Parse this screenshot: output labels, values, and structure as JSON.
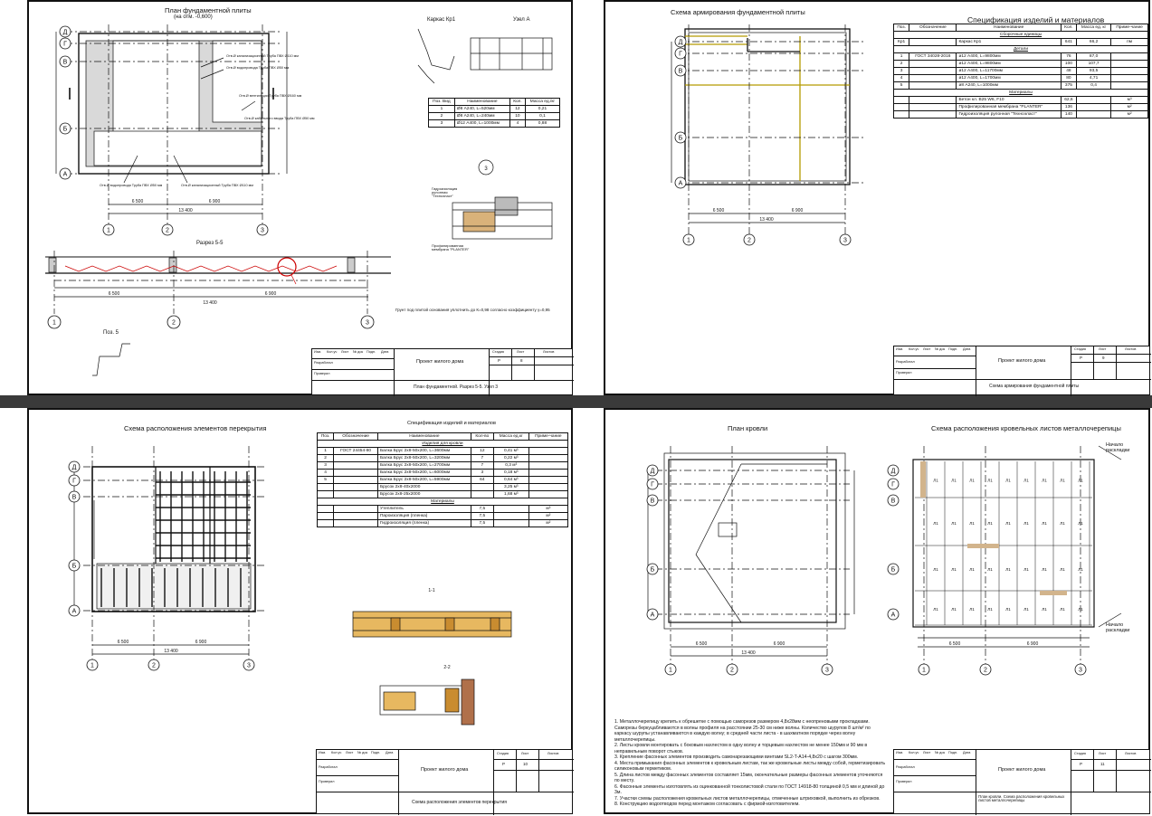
{
  "sheet_tl": {
    "title_plan": "План фундаментной плиты",
    "title_plan_sub": "(на отм. -0,600)",
    "title_section": "Разрез 5-5",
    "title_bracket1": "Каркас Кр1",
    "title_bracket2": "Узел А",
    "title_pos": "Поз. 5",
    "node_label": "3",
    "note": "Грунт под плитой основания уплотнить до К=0,98 согласно коэффициенту γ=0,95",
    "callouts": [
      "Отв.Ø канализационный Труба ПВХ Ø110 мм",
      "Отв.Ø водопровода Труба ПВХ Ø50 мм",
      "Отв.Ø вентиляции Труба ПВХ Ø160 мм",
      "Отв.Ø кабельного ввода Труба ПВХ Ø50 мм",
      "Отв.Ø канализационный Труба ПВХ Ø110 мм",
      "Отв.Ø водопровода Труба ПВХ Ø50 мм"
    ],
    "gidro_label": "Гидроизоляция рулонная \"Техноэласт\"",
    "prof_label": "Профилированная мембрана \"PLANTER\"",
    "table": {
      "headers": [
        "Поз. Вид",
        "Наименование",
        "Кол.",
        "Масса ед./кг"
      ],
      "rows": [
        [
          "1",
          "Ø8 А240, L=520мм",
          "12",
          "0,21"
        ],
        [
          "2",
          "Ø8 А240, L=240мм",
          "10",
          "0,1"
        ],
        [
          "3",
          "Ø12 А400, L=1000мм",
          "4",
          "0,88"
        ]
      ]
    },
    "stamp": {
      "project": "Проект жилого дома",
      "sheet_name": "План фундаментной. Разрез 5-5. Узел 3",
      "stage": "Р",
      "sheet": "8",
      "stage_h": "Стадия",
      "sheet_h": "Лист",
      "sheets_h": "Листов"
    }
  },
  "sheet_tr": {
    "title": "Схема армирования фундаментной плиты",
    "spec_title": "Спецификация изделий и материалов",
    "table_headers": [
      "Поз.",
      "Обозначение",
      "Наименование",
      "Кол.",
      "Масса ед. кг",
      "Приме-чание"
    ],
    "table_rows": [
      {
        "sec": "Сборочные единицы"
      },
      [
        "Кр1",
        "",
        "Каркас Кр1",
        "641",
        "66,2",
        "пм"
      ],
      {
        "sec": "Детали"
      },
      [
        "1",
        "ГОСТ 34028-2016",
        "ø12 А400, L=9800мм",
        "76",
        "87,0",
        ""
      ],
      [
        "2",
        "",
        "ø12 А400, L=9800мм",
        "100",
        "107,7",
        ""
      ],
      [
        "3",
        "",
        "ø12 А400, L=11700мм",
        "48",
        "93,5",
        ""
      ],
      [
        "4",
        "",
        "ø12 А400, L=1700мм",
        "80",
        "4,71",
        ""
      ],
      [
        "5",
        "",
        "ø8 А240, L=1000мм",
        "375",
        "0,4",
        ""
      ],
      {
        "sec": "Материалы"
      },
      [
        "",
        "",
        "Бетон кл. В25 W6, F10",
        "62,6",
        "",
        "м³"
      ],
      [
        "",
        "",
        "Профилированная мембрана \"PLANTER\"",
        "136",
        "",
        "м²"
      ],
      [
        "",
        "",
        "Гидроизоляция рулонная \"Техноэласт\"",
        "140",
        "",
        "м²"
      ]
    ],
    "stamp": {
      "project": "Проект жилого дома",
      "sheet_name": "Схема армирования фундаментной плиты",
      "stage": "Р",
      "sheet": "9",
      "stage_h": "Стадия",
      "sheet_h": "Лист",
      "sheets_h": "Листов"
    }
  },
  "sheet_bl": {
    "title": "Схема расположения элементов перекрытия",
    "spec_title": "Спецификация изделий и материалов",
    "table_headers": [
      "Поз.",
      "Обозначение",
      "Наименование",
      "Кол-во",
      "Масса ед.кг",
      "Приме-чание"
    ],
    "table_rows": [
      {
        "sec": "Изделия для кровли"
      },
      [
        "1",
        "ГОСТ 24454-80",
        "Балка Брус 2х8-50х200, L=3600мм",
        "12",
        "0,41 м³",
        ""
      ],
      [
        "2",
        "",
        "Балка Брус 2х8-50х200, L=3200мм",
        "7",
        "0,22 м³",
        ""
      ],
      [
        "3",
        "",
        "Балка Брус 2х8-50х200, L=2700мм",
        "7",
        "0,3 м³",
        ""
      ],
      [
        "4",
        "",
        "Балка Брус 2х8-50х200, L=6000мм",
        "3",
        "0,18 м³",
        ""
      ],
      [
        "5",
        "",
        "Балка Брус 2х8-50х200, L=5900мм",
        "64",
        "0,64 м³",
        ""
      ],
      [
        "",
        "",
        "Брусок 2х8-40х2000",
        "",
        "3,25 м³",
        ""
      ],
      [
        "",
        "",
        "Брусок 2х8-25х2000",
        "",
        "1,68 м³",
        ""
      ],
      {
        "sec": "Материалы"
      },
      [
        "",
        "",
        "Утеплитель",
        "7,5",
        "",
        "м³"
      ],
      [
        "",
        "",
        "Пароизоляция (пленка)",
        "7,5",
        "",
        "м²"
      ],
      [
        "",
        "",
        "Гидроизоляция (пленка)",
        "7,5",
        "",
        "м²"
      ]
    ],
    "section_label": "1-1",
    "node_label": "2-2",
    "stamp": {
      "project": "Проект жилого дома",
      "sheet_name": "Схема расположения элементов перекрытия",
      "stage": "Р",
      "sheet": "10",
      "stage_h": "Стадия",
      "sheet_h": "Лист",
      "sheets_h": "Листов"
    }
  },
  "sheet_br": {
    "title_roof": "План кровли",
    "title_sheets": "Схема расположения кровельных листов металлочерепицы",
    "start_label": "Начало раскладки",
    "sheet_mark": "Л1",
    "notes": [
      "1. Металлочерепицу крепить к обрешетке с помощью саморезов размером 4,8х28мм с неопреновыми прокладками. Саморезы беркуцабливаются в волны профиля на расстоянии 25-30 см ниже волны. Количество шурупов 8 шт/м² по каркасу шурупы устанавливаются в каждую волну; в средней части листа - в шахматном порядке через волну металлочерепицы.",
      "2. Листы кровли монтировать с боковым нахлестом в одну волну и торцевым нахлестом не менее 150мм и 90 мм в неправильным поворот стыков.",
      "3. Крепление фасонных элементов производить самонарезающими винтами SL2-T-A14-4,8x20 с шагом 300мм.",
      "4. Места примыкания фасонных элементов к кровельным листам, так же кровельные листы между собой, герметизировать силиконовым герметиком.",
      "5. Длина листов между фасонных элементов составляет 15мм, окончательные размеры фасонных элементов уточняются по месту.",
      "6. Фасонные элементы изготовлять из оцинкованной тонколистовой стали по ГОСТ 14918-80 толщиной 0,5 мм и длиной до 3м.",
      "7. Участки схемы расположения кровельных листов металлочерепицы, отмеченные штриховкой, выполнить из обрезков.",
      "8. Конструкцию водоотводов перед монтажом согласовать с фирмой-изготовителем."
    ],
    "stamp": {
      "project": "Проект жилого дома",
      "sheet_name": "План кровли. Схема расположения кровельных листов металлочерепицы",
      "stage": "Р",
      "sheet": "11",
      "stage_h": "Стадия",
      "sheet_h": "Лист",
      "sheets_h": "Листов"
    }
  },
  "axes": {
    "letters": [
      "Д",
      "Г",
      "В",
      "Б",
      "А"
    ],
    "numbers": [
      "1",
      "2",
      "3"
    ]
  },
  "dims": {
    "d1": "6 500",
    "d2": "6 900",
    "total": "13 400"
  },
  "stamp_cols": {
    "izm": "Изм.",
    "kol": "Кол.уч",
    "list": "Лист",
    "ndok": "№ док",
    "podp": "Подп.",
    "data": "Дата",
    "razrab": "Разработал",
    "prover": "Проверил"
  }
}
